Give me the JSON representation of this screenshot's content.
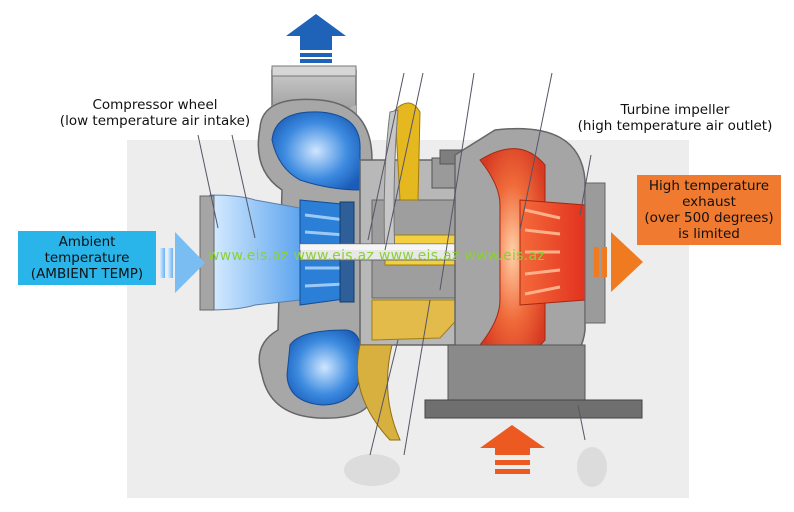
{
  "labels": {
    "compressor": [
      "Compressor wheel",
      "(low temperature air intake)"
    ],
    "turbine": [
      "Turbine impeller",
      "(high temperature air outlet)"
    ],
    "ambient": [
      "Ambient",
      "temperature",
      "(AMBIENT TEMP)"
    ],
    "exhaust": [
      "High temperature",
      "exhaust",
      "(over 500 degrees)",
      "is limited"
    ]
  },
  "watermark": "www.eis.az www.eis.az www.eis.az www.eis.az",
  "colors": {
    "ambient_box": "#29b5ea",
    "exhaust_box": "#f07a30",
    "compressor_blue": "#1f6fc9",
    "turbine_red": "#e8412a",
    "oil_yellow": "#e6b820",
    "housing_gray": "#9a9a9a",
    "watermark_green": "#8ccf3a"
  },
  "icons": [
    "arrow-up-icon",
    "arrow-right-icon",
    "arrow-up-icon"
  ]
}
